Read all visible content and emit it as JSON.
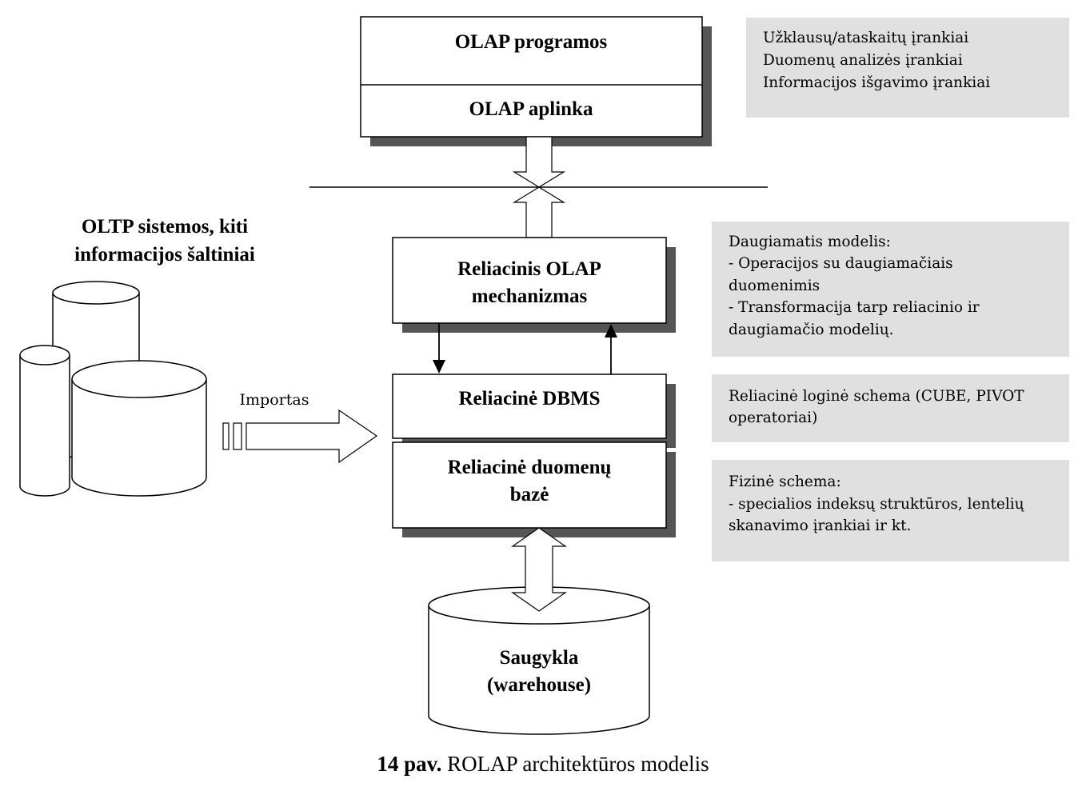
{
  "boxes": {
    "olap_programs": "OLAP programos",
    "olap_environment": "OLAP aplinka",
    "rolap_engine": [
      "Reliacinis OLAP",
      "mechanizmas"
    ],
    "relational_dbms": "Reliacinė DBMS",
    "relational_database": [
      "Reliacinė duomenų",
      "bazė"
    ]
  },
  "sources": {
    "title": [
      "OLTP sistemos, kiti",
      "informacijos šaltiniai"
    ],
    "import_label": "Importas"
  },
  "warehouse": [
    "Saugykla",
    "(warehouse)"
  ],
  "notes": {
    "tools": [
      "Užklausų/ataskaitų įrankiai",
      "Duomenų analizės įrankiai",
      "Informacijos išgavimo įrankiai"
    ],
    "multidimensional": [
      "Daugiamatis modelis:",
      "- Operacijos su daugiamačiais",
      "duomenimis",
      "- Transformacija tarp reliacinio ir",
      "daugiamačio modelių."
    ],
    "logical_schema": [
      "Reliacinė loginė schema (CUBE, PIVOT",
      "operatoriai)"
    ],
    "physical_schema": [
      "Fizinė schema:",
      "- specialios indeksų struktūros, lentelių",
      "skanavimo įrankiai ir kt."
    ]
  },
  "caption": {
    "label": "14 pav.",
    "text": "ROLAP architektūros modelis"
  }
}
